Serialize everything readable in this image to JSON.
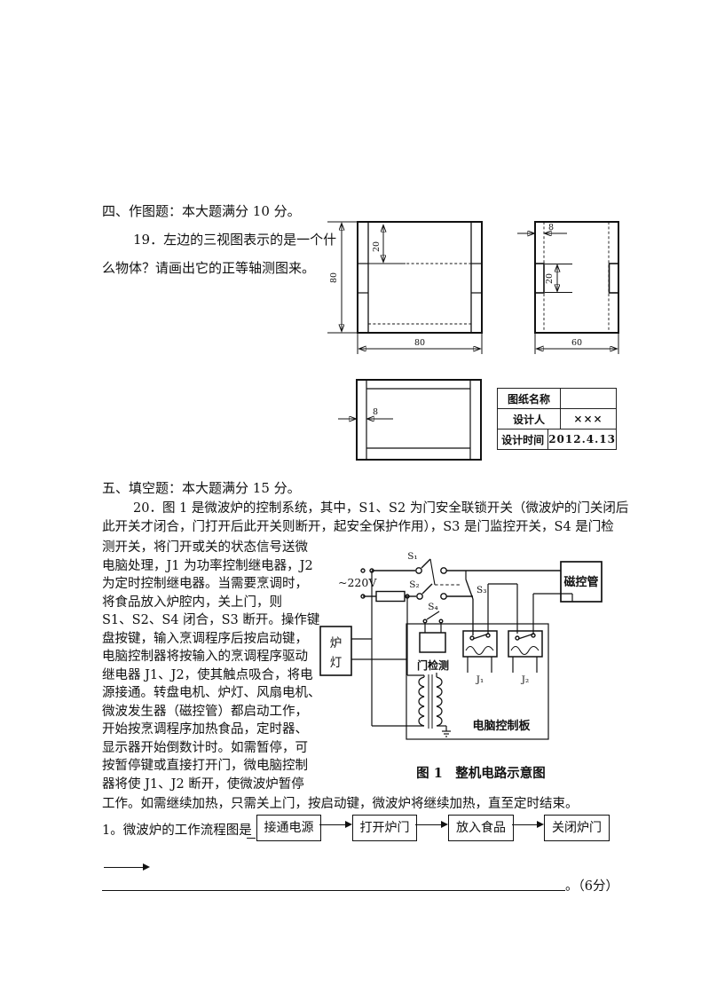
{
  "doc": {
    "sec4_heading": "四、作图题：本大题满分 10 分。",
    "q19": [
      "19．左边的三视图表示的是一个什",
      "么物体？请画出它的正等轴测图来。"
    ],
    "views": {
      "front": {
        "dim_top": "20",
        "dim_left": "80",
        "dim_bottom": "80"
      },
      "side": {
        "dim_top": "8",
        "dim_mid": "20",
        "dim_bottom": "60"
      },
      "plan": {
        "dim_left": "8"
      }
    },
    "title_block": {
      "r1_label": "图纸名称",
      "r1_value": "",
      "r2_label": "设计人",
      "r2_value": "×××",
      "r3_label": "设计时间",
      "r3_value": "2012.4.13"
    },
    "sec5_heading": "五、填空题：本大题满分 15 分。",
    "q20_wide": [
      "20．图 1 是微波炉的控制系统，其中，S1、S2 为门安全联锁开关（微波炉的门关闭后",
      "此开关才闭合，门打开后此开关则断开，起安全保护作用），S3 是门监控开关，S4 是门检"
    ],
    "q20_left": [
      "测开关，将门开或关的状态信号送微",
      "电脑处理，J1 为功率控制继电器，J2",
      "为定时控制继电器。当需要烹调时，",
      "将食品放入炉腔内，关上门，则",
      "S1、S2、S4 闭合，S3 断开。操作键",
      "盘按键，输入烹调程序后按启动键，",
      "电脑控制器将按输入的烹调程序驱动",
      "继电器 J1、J2，使其触点吸合，将电",
      "源接通。转盘电机、炉灯、风扇电机、",
      "微波发生器（磁控管）都启动工作，",
      "开始按烹调程序加热食品，定时器、",
      "显示器开始倒数计时。如需暂停，可",
      "按暂停键或直接打开门，微电脑控制",
      "器将使 J1、J2 断开，使微波炉暂停"
    ],
    "q20_tail": "工作。如需继续加热，只需关上门，按启动键，微波炉将继续加热，直至定时结束。",
    "q1_label": "1。微波炉的工作流程图是",
    "flow": [
      "接通电源",
      "打开炉门",
      "放入食品",
      "关闭炉门"
    ],
    "score": "。（6分）",
    "circuit": {
      "voltage": "~220V",
      "s1": "S₁",
      "s2": "S₂",
      "s3": "S₃",
      "s4": "S₄",
      "magnetron": "磁控管",
      "lamp": [
        "炉",
        "灯"
      ],
      "door_detect": "门检测",
      "j1": "J₁",
      "j2": "J₂",
      "board": "电脑控制板",
      "caption": "图 1　整机电路示意图"
    },
    "ink": "#111111"
  }
}
